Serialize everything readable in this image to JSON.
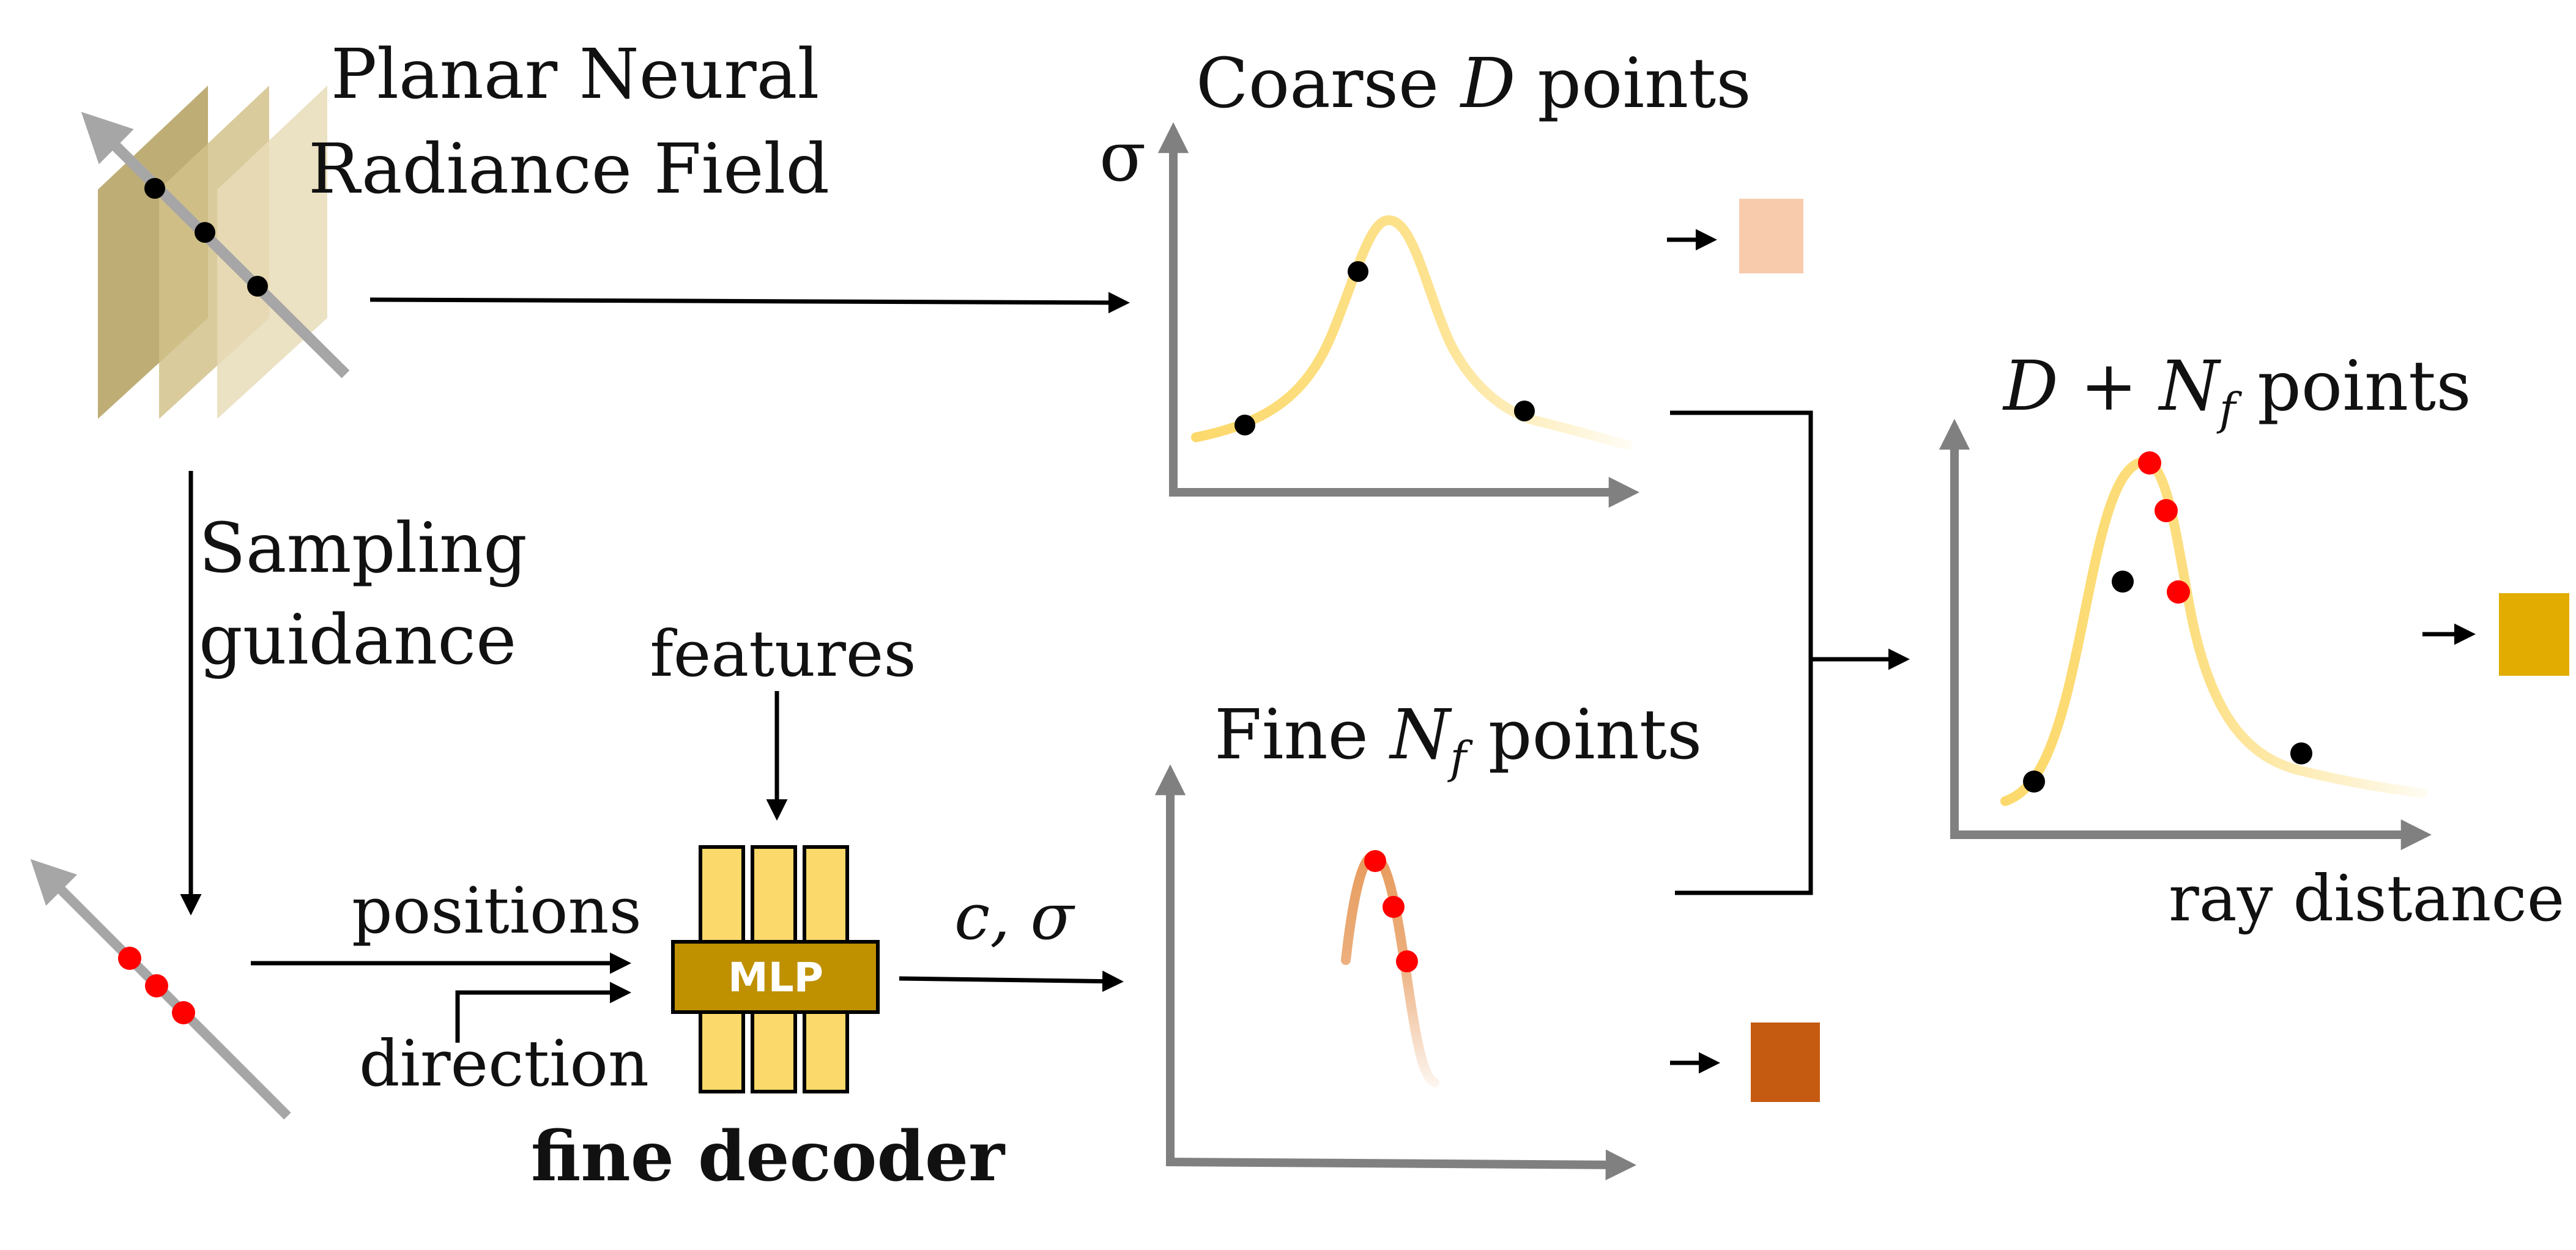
{
  "labels": {
    "planar_title_line1": "Planar Neural",
    "planar_title_line2": "Radiance Field",
    "sampling_line1": "Sampling",
    "sampling_line2": "guidance",
    "features": "features",
    "positions": "positions",
    "direction": "direction",
    "mlp": "MLP",
    "fine_decoder": "fine decoder",
    "c_sigma": "c, σ",
    "sigma_axis": "σ",
    "coarse_prefix": "Coarse ",
    "coarse_var": "D",
    "coarse_suffix": " points",
    "fine_prefix": "Fine ",
    "fine_var": "N",
    "fine_sub": "f",
    "fine_suffix": " points",
    "combined_var_d": "D",
    "combined_plus": " + ",
    "combined_var_n": "N",
    "combined_sub": "f",
    "combined_suffix": " points",
    "ray_distance": "ray distance"
  },
  "colors": {
    "plane_dark": "#b9a76a",
    "plane_mid": "#d2c28b",
    "plane_light": "#e8dcb8",
    "ray_gray": "#a6a6a6",
    "axis_gray": "#808080",
    "curve_yellow": "#fcd96b",
    "curve_orange": "#e79a5b",
    "point_black": "#000000",
    "point_red": "#ff0000",
    "mlp_column": "#fcd96b",
    "mlp_bar": "#bf9000",
    "coarse_color": "#f8cbad",
    "fine_color": "#c55a11",
    "final_color": "#e2ac00"
  },
  "swatches": [
    {
      "name": "coarse-color-swatch",
      "color": "#f8cbad"
    },
    {
      "name": "fine-color-swatch",
      "color": "#c55a11"
    },
    {
      "name": "final-color-swatch",
      "color": "#e2ac00"
    }
  ]
}
